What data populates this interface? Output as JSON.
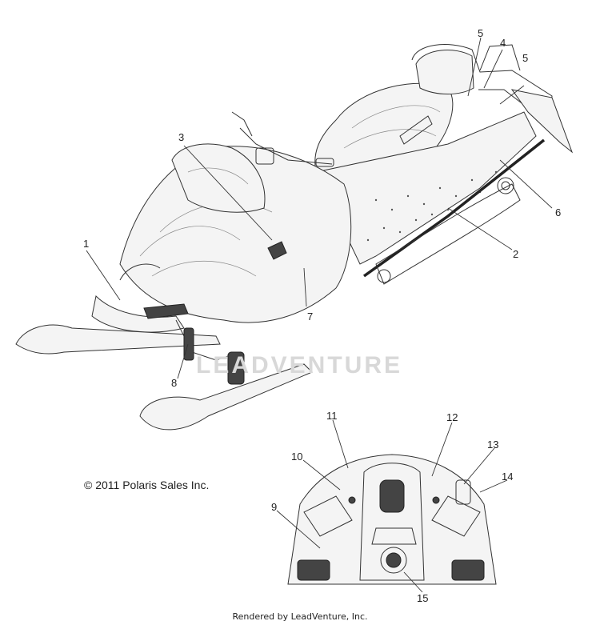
{
  "diagram": {
    "callouts": [
      {
        "id": "1",
        "label": "1"
      },
      {
        "id": "2",
        "label": "2"
      },
      {
        "id": "3",
        "label": "3"
      },
      {
        "id": "4",
        "label": "4"
      },
      {
        "id": "5a",
        "label": "5"
      },
      {
        "id": "5b",
        "label": "5"
      },
      {
        "id": "6",
        "label": "6"
      },
      {
        "id": "7",
        "label": "7"
      },
      {
        "id": "8",
        "label": "8"
      },
      {
        "id": "9",
        "label": "9"
      },
      {
        "id": "10",
        "label": "10"
      },
      {
        "id": "11",
        "label": "11"
      },
      {
        "id": "12",
        "label": "12"
      },
      {
        "id": "13",
        "label": "13"
      },
      {
        "id": "14",
        "label": "14"
      },
      {
        "id": "15",
        "label": "15"
      }
    ],
    "copyright": "© 2011 Polaris Sales Inc.",
    "footer": "Rendered by LeadVenture, Inc.",
    "watermark": "LEADVENTURE"
  }
}
